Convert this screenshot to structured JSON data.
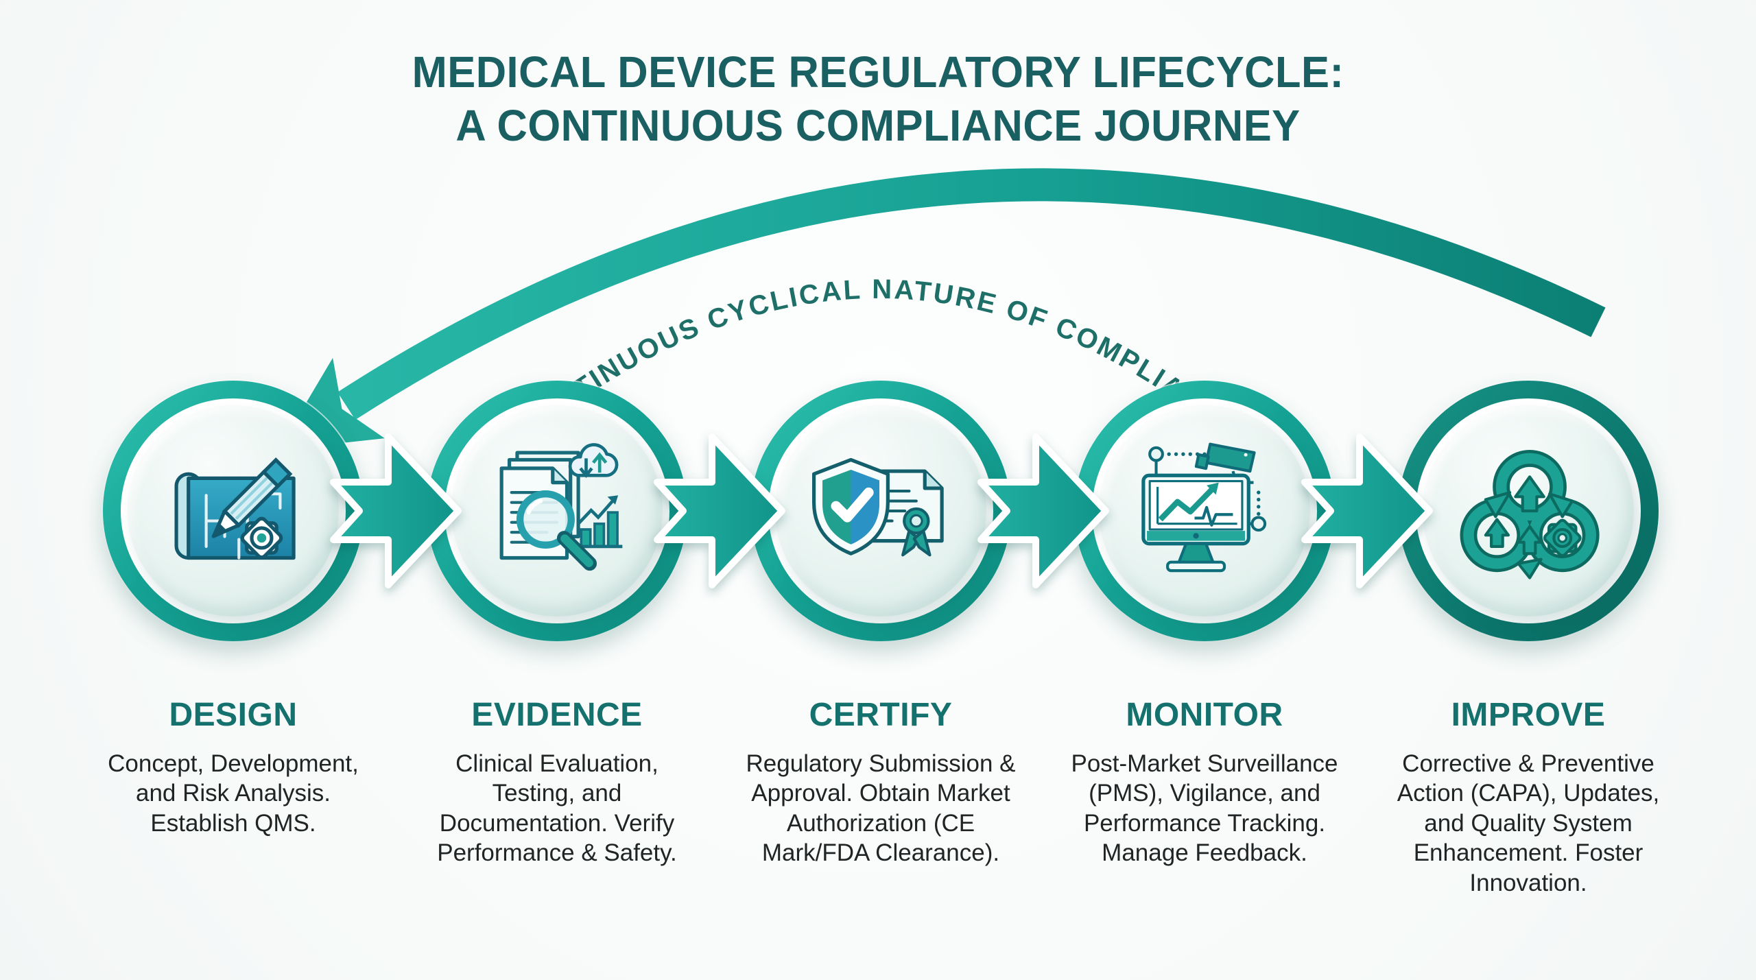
{
  "title": {
    "line1": "MEDICAL DEVICE REGULATORY LIFECYCLE:",
    "line2": "A CONTINUOUS COMPLIANCE JOURNEY"
  },
  "cycle_label": "CONTINUOUS CYCLICAL NATURE OF COMPLIANCE",
  "stages": [
    {
      "name": "DESIGN",
      "description": "Concept, Development, and Risk Analysis. Establish QMS.",
      "icon": "blueprint-pencil-gear-icon"
    },
    {
      "name": "EVIDENCE",
      "description": "Clinical Evaluation, Testing, and Documentation. Verify Performance & Safety.",
      "icon": "documents-magnifier-chart-icon"
    },
    {
      "name": "CERTIFY",
      "description": "Regulatory Submission & Approval. Obtain Market Authorization (CE Mark/FDA Clearance).",
      "icon": "shield-check-certificate-icon"
    },
    {
      "name": "MONITOR",
      "description": "Post-Market Surveillance (PMS), Vigilance, and Performance Tracking. Manage Feedback.",
      "icon": "monitor-surveillance-camera-icon"
    },
    {
      "name": "IMPROVE",
      "description": "Corrective & Preventive Action (CAPA), Updates, and Quality System Enhancement. Foster Innovation.",
      "icon": "cycle-arrows-gear-icon"
    }
  ],
  "colors": {
    "teal_primary": "#17a296",
    "teal_dark": "#0d7a70",
    "title_color": "#1a5f61",
    "stage_label_color": "#15716d",
    "body_text_color": "#212425",
    "icon_blue": "#2a9fc0",
    "background": "#f8fafa"
  }
}
